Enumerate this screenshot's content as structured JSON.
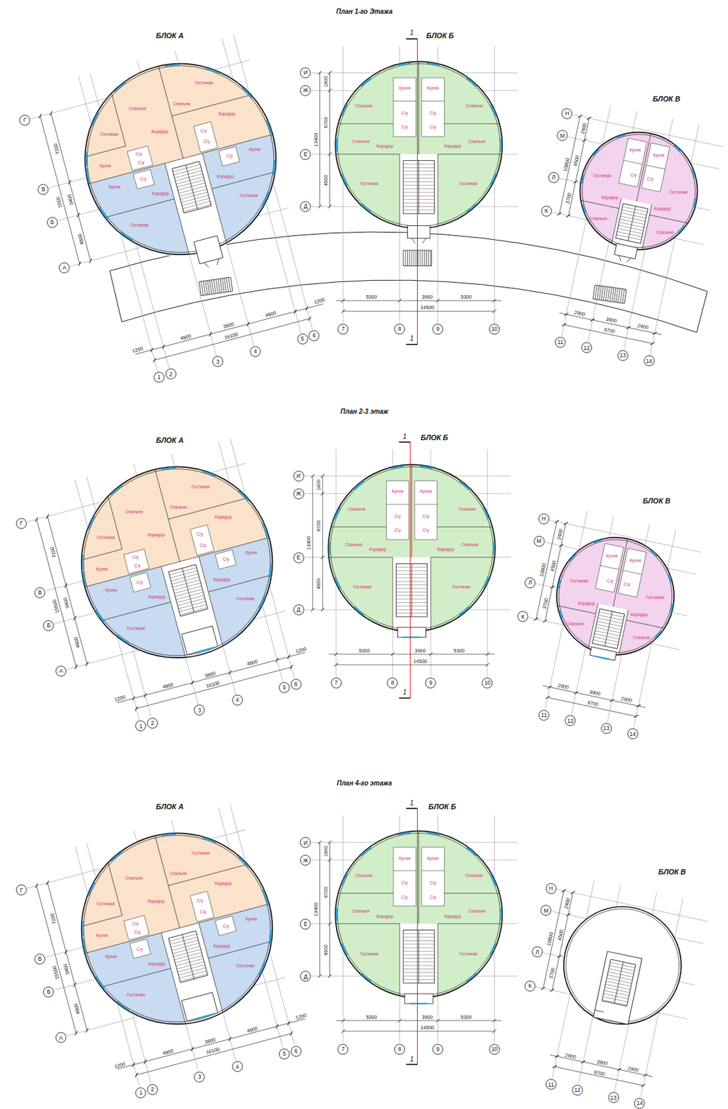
{
  "diagram": {
    "nodes": [
      {
        "text": [
          "Г"
        ]
      },
      {
        "text": [
          "В"
        ]
      },
      {
        "text": [
          "Б"
        ]
      },
      {
        "text": [
          "А"
        ]
      },
      {
        "text": [
          "1"
        ]
      },
      {
        "text": [
          "2"
        ]
      },
      {
        "text": [
          "3"
        ]
      },
      {
        "text": [
          "4"
        ]
      },
      {
        "text": [
          "5"
        ]
      },
      {
        "text": [
          "6"
        ]
      },
      {
        "text": [
          "И"
        ]
      },
      {
        "text": [
          "Ж"
        ]
      },
      {
        "text": [
          "Е"
        ]
      },
      {
        "text": [
          "Д"
        ]
      },
      {
        "text": [
          "7"
        ]
      },
      {
        "text": [
          "8"
        ]
      },
      {
        "text": [
          "9"
        ]
      },
      {
        "text": [
          "10"
        ]
      },
      {
        "text": [
          "Н"
        ]
      },
      {
        "text": [
          "М"
        ]
      },
      {
        "text": [
          "Л"
        ]
      },
      {
        "text": [
          "К"
        ]
      },
      {
        "text": [
          "11"
        ]
      },
      {
        "text": [
          "12"
        ]
      },
      {
        "text": [
          "13"
        ]
      },
      {
        "text": [
          "14"
        ]
      },
      {
        "text": [
          "Г"
        ]
      },
      {
        "text": [
          "В"
        ]
      },
      {
        "text": [
          "Б"
        ]
      },
      {
        "text": [
          "А"
        ]
      },
      {
        "text": [
          "1"
        ]
      },
      {
        "text": [
          "2"
        ]
      },
      {
        "text": [
          "3"
        ]
      },
      {
        "text": [
          "4"
        ]
      },
      {
        "text": [
          "5"
        ]
      },
      {
        "text": [
          "6"
        ]
      },
      {
        "text": [
          "И"
        ]
      },
      {
        "text": [
          "Ж"
        ]
      },
      {
        "text": [
          "Е"
        ]
      },
      {
        "text": [
          "Д"
        ]
      },
      {
        "text": [
          "7"
        ]
      },
      {
        "text": [
          "8"
        ]
      },
      {
        "text": [
          "9"
        ]
      },
      {
        "text": [
          "10"
        ]
      },
      {
        "text": [
          "Н"
        ]
      },
      {
        "text": [
          "М"
        ]
      },
      {
        "text": [
          "Л"
        ]
      },
      {
        "text": [
          "К"
        ]
      },
      {
        "text": [
          "11"
        ]
      },
      {
        "text": [
          "12"
        ]
      },
      {
        "text": [
          "13"
        ]
      },
      {
        "text": [
          "14"
        ]
      },
      {
        "text": [
          "Г"
        ]
      },
      {
        "text": [
          "В"
        ]
      },
      {
        "text": [
          "Б"
        ]
      },
      {
        "text": [
          "А"
        ]
      },
      {
        "text": [
          "1"
        ]
      },
      {
        "text": [
          "2"
        ]
      },
      {
        "text": [
          "3"
        ]
      },
      {
        "text": [
          "4"
        ]
      },
      {
        "text": [
          "5"
        ]
      },
      {
        "text": [
          "6"
        ]
      },
      {
        "text": [
          "И"
        ]
      },
      {
        "text": [
          "Ж"
        ]
      },
      {
        "text": [
          "Е"
        ]
      },
      {
        "text": [
          "Д"
        ]
      },
      {
        "text": [
          "7"
        ]
      },
      {
        "text": [
          "8"
        ]
      },
      {
        "text": [
          "9"
        ]
      },
      {
        "text": [
          "10"
        ]
      },
      {
        "text": [
          "Н"
        ]
      },
      {
        "text": [
          "М"
        ]
      },
      {
        "text": [
          "Л"
        ]
      },
      {
        "text": [
          "К"
        ]
      },
      {
        "text": [
          "11"
        ]
      },
      {
        "text": [
          "12"
        ]
      },
      {
        "text": [
          "13"
        ]
      },
      {
        "text": [
          "14"
        ]
      }
    ],
    "labels": [
      "План 1-го Этажа",
      "БЛОК А",
      "Гостиная",
      "Спальня",
      "Коридор",
      "Кухня",
      "С/у",
      "С/у",
      "Гостиная",
      "Спальня",
      "Коридор",
      "С/у",
      "С/у",
      "Кухня",
      "С/у",
      "Коридор",
      "Гостиная",
      "Кухня",
      "С/у",
      "Коридор",
      "Гостиная",
      "7200",
      "1550",
      "3400",
      "4800",
      "1200",
      "4900",
      "3900",
      "16100",
      "4900",
      "1200",
      "БЛОК Б",
      "Спальня",
      "Кухня",
      "С/у",
      "С/у",
      "Спальня",
      "Коридор",
      "Гостиная",
      "Кухня",
      "С/у",
      "С/у",
      "Спальня",
      "Спальня",
      "Коридор",
      "Гостиная",
      "1800",
      "6700",
      "13400",
      "4900",
      "5300",
      "3900",
      "5300",
      "14500",
      "1",
      "1",
      "БЛОК В",
      "Кухня",
      "С/у",
      "Гостиная",
      "Коридор",
      "Спальня",
      "Кухня",
      "С/у",
      "Гостиная",
      "Коридор",
      "Спальня",
      "2400",
      "10800",
      "4500",
      "3700",
      "2900",
      "3900",
      "9700",
      "2900",
      "План 2-3 этаж",
      "БЛОК А",
      "Гостиная",
      "Спальня",
      "Коридор",
      "Кухня",
      "С/у",
      "С/у",
      "Гостиная",
      "Спальня",
      "Коридор",
      "С/у",
      "С/у",
      "Кухня",
      "С/у",
      "Коридор",
      "Гостиная",
      "Кухня",
      "С/у",
      "Коридор",
      "Гостиная",
      "7200",
      "15500",
      "3400",
      "4800",
      "1200",
      "4900",
      "3900",
      "16100",
      "4900",
      "1200",
      "БЛОК Б",
      "Спальня",
      "Кухня",
      "С/у",
      "С/у",
      "Спальня",
      "Коридор",
      "Гостиная",
      "Кухня",
      "С/у",
      "С/у",
      "Спальня",
      "Спальня",
      "Коридор",
      "Гостиная",
      "1800",
      "6700",
      "13400",
      "4900",
      "5300",
      "3900",
      "5300",
      "14500",
      "1",
      "1",
      "БЛОК В",
      "Кухня",
      "С/у",
      "Гостиная",
      "Коридор",
      "Спальня",
      "Кухня",
      "С/у",
      "Гостиная",
      "Коридор",
      "Спальня",
      "2400",
      "10800",
      "4500",
      "3700",
      "2900",
      "3900",
      "9700",
      "2900",
      "План 4-го этажа",
      "БЛОК А",
      "Гостиная",
      "Спальня",
      "Коридор",
      "Кухня",
      "С/у",
      "С/у",
      "Гостиная",
      "Спальня",
      "Коридор",
      "С/у",
      "С/у",
      "Кухня",
      "С/у",
      "Коридор",
      "Гостиная",
      "Кухня",
      "С/у",
      "Коридор",
      "Гостиная",
      "7200",
      "15500",
      "3400",
      "4800",
      "1200",
      "4900",
      "3900",
      "16100",
      "4900",
      "1200",
      "БЛОК Б",
      "Спальня",
      "Кухня",
      "С/у",
      "С/у",
      "Спальня",
      "Коридор",
      "Гостиная",
      "Кухня",
      "С/у",
      "С/у",
      "Спальня",
      "Спальня",
      "Коридор",
      "Гостиная",
      "1800",
      "6700",
      "13400",
      "4900",
      "5300",
      "3900",
      "5300",
      "14500",
      "1",
      "1",
      "БЛОК В",
      "2400",
      "10800",
      "4500",
      "3700",
      "2900",
      "3900",
      "9700",
      "2900"
    ]
  }
}
